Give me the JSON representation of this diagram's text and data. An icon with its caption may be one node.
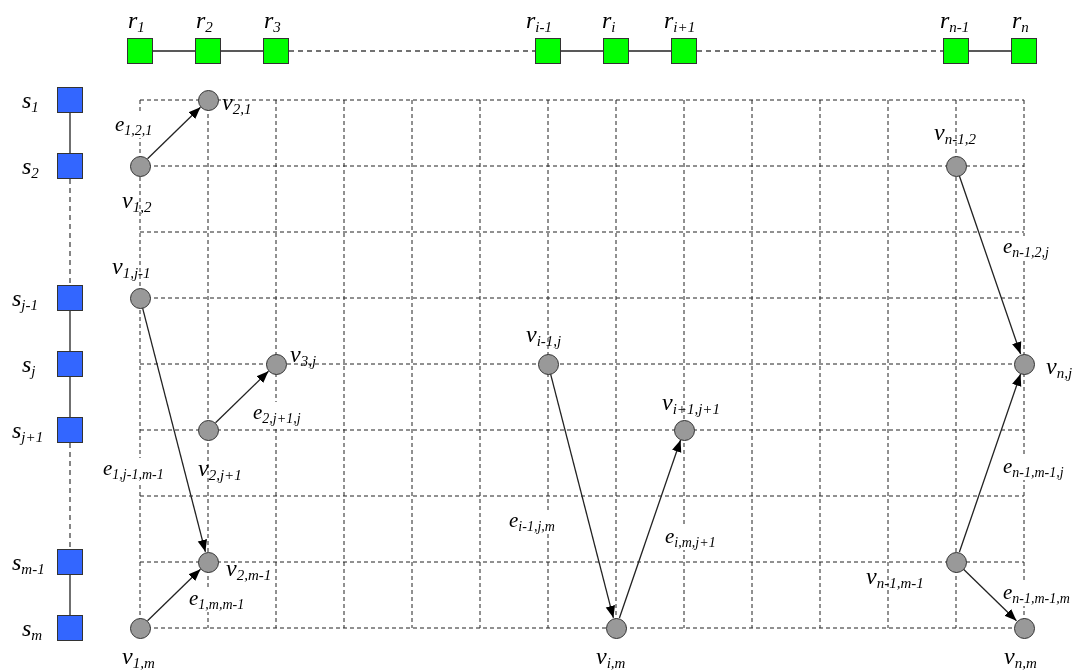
{
  "diagram": {
    "nodes": [
      {
        "text": [
          "r$_{1}$"
        ]
      },
      {
        "text": [
          "r$_{2}$"
        ]
      },
      {
        "text": [
          "r$_{3}$"
        ]
      },
      {
        "text": [
          "r$_{i-1}$"
        ]
      },
      {
        "text": [
          "r$_{i}$"
        ]
      },
      {
        "text": [
          "r$_{i+1}$"
        ]
      },
      {
        "text": [
          "r$_{n-1}$"
        ]
      },
      {
        "text": [
          "r$_{n}$"
        ]
      },
      {
        "text": [
          "s$_{1}$"
        ]
      },
      {
        "text": [
          "s$_{2}$"
        ]
      },
      {
        "text": [
          "s$_{j-1}$"
        ]
      },
      {
        "text": [
          "s$_{j}$"
        ]
      },
      {
        "text": [
          "s$_{j+1}$"
        ]
      },
      {
        "text": [
          "s$_{m-1}$"
        ]
      },
      {
        "text": [
          "s$_{m}$"
        ]
      },
      {
        "text": [
          "v$_{2,1}$"
        ]
      },
      {
        "text": [
          "v$_{1,2}$"
        ]
      },
      {
        "text": [
          "v$_{n-1,2}$"
        ]
      },
      {
        "text": [
          "v$_{1,j-1}$"
        ]
      },
      {
        "text": [
          "v$_{3,j}$"
        ]
      },
      {
        "text": [
          "v$_{i-1,j}$"
        ]
      },
      {
        "text": [
          "v$_{n,j}$"
        ]
      },
      {
        "text": [
          "v$_{2,j+1}$"
        ]
      },
      {
        "text": [
          "v$_{i+1,j+1}$"
        ]
      },
      {
        "text": [
          "v$_{2,m-1}$"
        ]
      },
      {
        "text": [
          "v$_{n-1,m-1}$"
        ]
      },
      {
        "text": [
          "v$_{1,m}$"
        ]
      },
      {
        "text": [
          "v$_{i,m}$"
        ]
      },
      {
        "text": [
          "v$_{n,m}$"
        ]
      }
    ],
    "edges": [
      {
        "from": 0,
        "to": 1,
        "arrow": "none"
      },
      {
        "from": 1,
        "to": 2,
        "arrow": "none"
      },
      {
        "from": 2,
        "to": 3,
        "arrow": "none",
        "style": "dashed"
      },
      {
        "from": 3,
        "to": 4,
        "arrow": "none"
      },
      {
        "from": 4,
        "to": 5,
        "arrow": "none"
      },
      {
        "from": 5,
        "to": 6,
        "arrow": "none",
        "style": "dashed"
      },
      {
        "from": 6,
        "to": 7,
        "arrow": "none"
      },
      {
        "from": 8,
        "to": 9,
        "arrow": "none"
      },
      {
        "from": 9,
        "to": 10,
        "arrow": "none",
        "style": "dashed"
      },
      {
        "from": 10,
        "to": 11,
        "arrow": "none"
      },
      {
        "from": 11,
        "to": 12,
        "arrow": "none"
      },
      {
        "from": 12,
        "to": 13,
        "arrow": "none",
        "style": "dashed"
      },
      {
        "from": 13,
        "to": 14,
        "arrow": "none"
      },
      {
        "from": 16,
        "to": 15,
        "arrow": "to",
        "label": "e$_{1,2,1}$"
      },
      {
        "from": 18,
        "to": 24,
        "arrow": "to",
        "label": "e$_{1,j-1,m-1}$"
      },
      {
        "from": 22,
        "to": 19,
        "arrow": "to",
        "label": "e$_{2,j+1,j}$"
      },
      {
        "from": 26,
        "to": 24,
        "arrow": "to",
        "label": "e$_{1,m,m-1}$"
      },
      {
        "from": 20,
        "to": 27,
        "arrow": "to",
        "label": "e$_{i-1,j,m}$"
      },
      {
        "from": 27,
        "to": 23,
        "arrow": "to",
        "label": "e$_{i,m,j+1}$"
      },
      {
        "from": 17,
        "to": 21,
        "arrow": "to",
        "label": "e$_{n-1,2,j}$"
      },
      {
        "from": 25,
        "to": 21,
        "arrow": "to",
        "label": "e$_{n-1,m-1,j}$"
      },
      {
        "from": 25,
        "to": 28,
        "arrow": "to",
        "label": "e$_{n-1,m-1,m}$"
      }
    ]
  }
}
